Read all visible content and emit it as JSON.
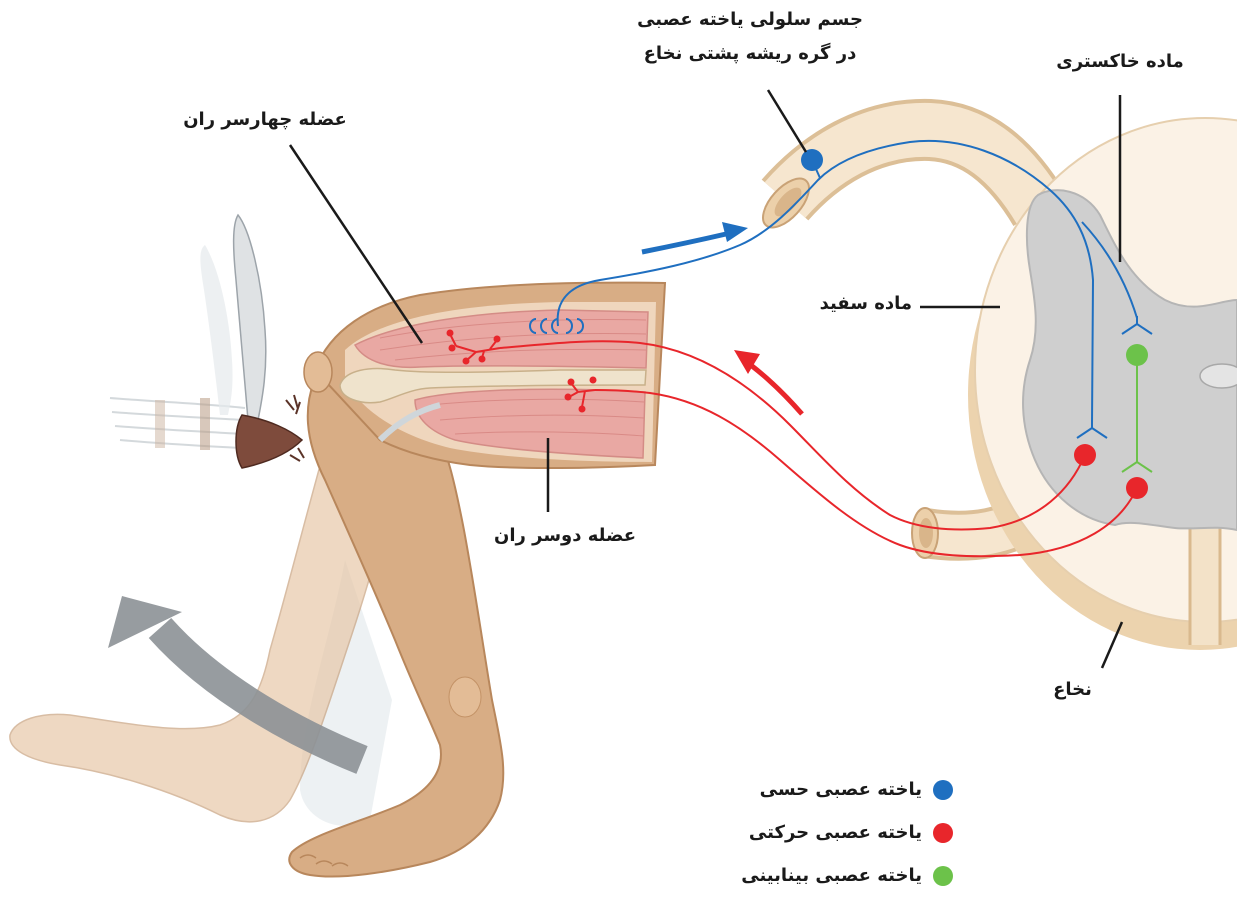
{
  "labels": {
    "cell_body_line1": "جسم سلولی یاخته عصبی",
    "cell_body_line2": "در گره ریشه پشتی نخاع",
    "gray_matter": "ماده خاکستری",
    "quadriceps": "عضله چهارسر ران",
    "white_matter": "ماده سفید",
    "hamstring": "عضله دوسر ران",
    "spinal_cord": "نخاع"
  },
  "legend": [
    {
      "label": "یاخته عصبی حسی",
      "color": "#1f6fc0"
    },
    {
      "label": "یاخته عصبی حرکتی",
      "color": "#e8262b"
    },
    {
      "label": "یاخته عصبی بینابینی",
      "color": "#6cc24a"
    }
  ],
  "colors": {
    "skin": "#d8ad85",
    "muscle": "#e9a8a3",
    "gray_matter": "#cfcfcf",
    "white_matter": "#fbf2e6",
    "arrow_gray": "#8c9196"
  }
}
